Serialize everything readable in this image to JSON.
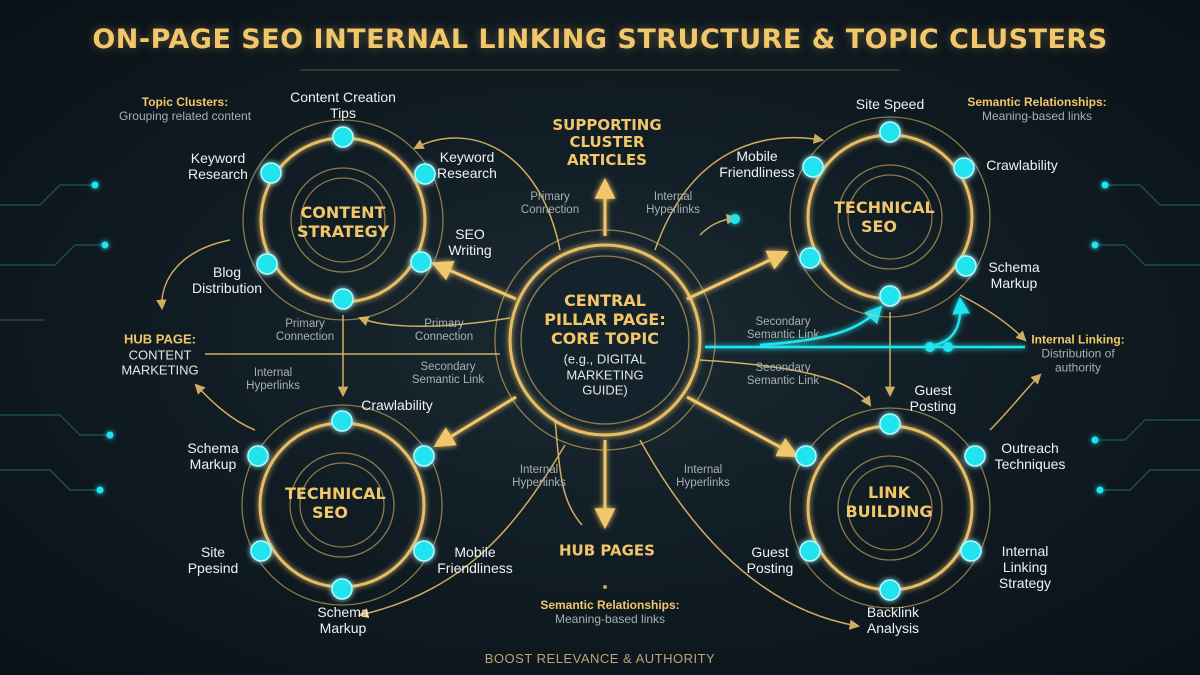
{
  "title": "ON-PAGE SEO INTERNAL LINKING STRUCTURE & TOPIC CLUSTERS",
  "footer": "BOOST RELEVANCE & AUTHORITY",
  "colors": {
    "gold": "#f2c66a",
    "cyan": "#22e4ee",
    "background": "#0f1a21"
  },
  "center": {
    "title": "CENTRAL PILLAR PAGE: CORE TOPIC",
    "subtitle": "(e.g., DIGITAL MARKETING GUIDE)"
  },
  "top_label": "SUPPORTING CLUSTER ARTICLES",
  "bottom_label": "HUB PAGES",
  "hub_page": {
    "title": "HUB PAGE:",
    "name": "CONTENT MARKETING"
  },
  "clusters": {
    "content_strategy": {
      "name": "CONTENT STRATEGY",
      "items": [
        "Content Creation Tips",
        "Keyword Research",
        "SEO Writing",
        "Keyword Research",
        "Blog Distribution"
      ]
    },
    "technical_seo_right": {
      "name": "TECHNICAL SEO",
      "items": [
        "Site Speed",
        "Crawlability",
        "Schema Markup",
        "Mobile Friendliness"
      ]
    },
    "technical_seo_left": {
      "name": "TECHNICAL SEO",
      "items": [
        "Crawlability",
        "Schema Markup",
        "Mobile Friendliness",
        "Schema Markup",
        "Site Ppesind"
      ]
    },
    "link_building": {
      "name": "LINK BUILDING",
      "items": [
        "Guest Posting",
        "Outreach Techniques",
        "Internal Linking Strategy",
        "Backlink Analysis",
        "Guest Posting"
      ]
    }
  },
  "notes": {
    "topic_clusters": {
      "head": "Topic Clusters:",
      "sub": "Grouping related content"
    },
    "semantic_top": {
      "head": "Semantic Relationships:",
      "sub": "Meaning-based links"
    },
    "internal_linking": {
      "head": "Internal Linking:",
      "sub": "Distribution of authority"
    },
    "semantic_bottom": {
      "head": "Semantic Relationships:",
      "sub": "Meaning-based links"
    }
  },
  "link_labels": {
    "primary_connection": "Primary Connection",
    "internal_hyperlinks": "Internal Hyperlinks",
    "secondary_semantic_link": "Secondary Semantic Link"
  }
}
